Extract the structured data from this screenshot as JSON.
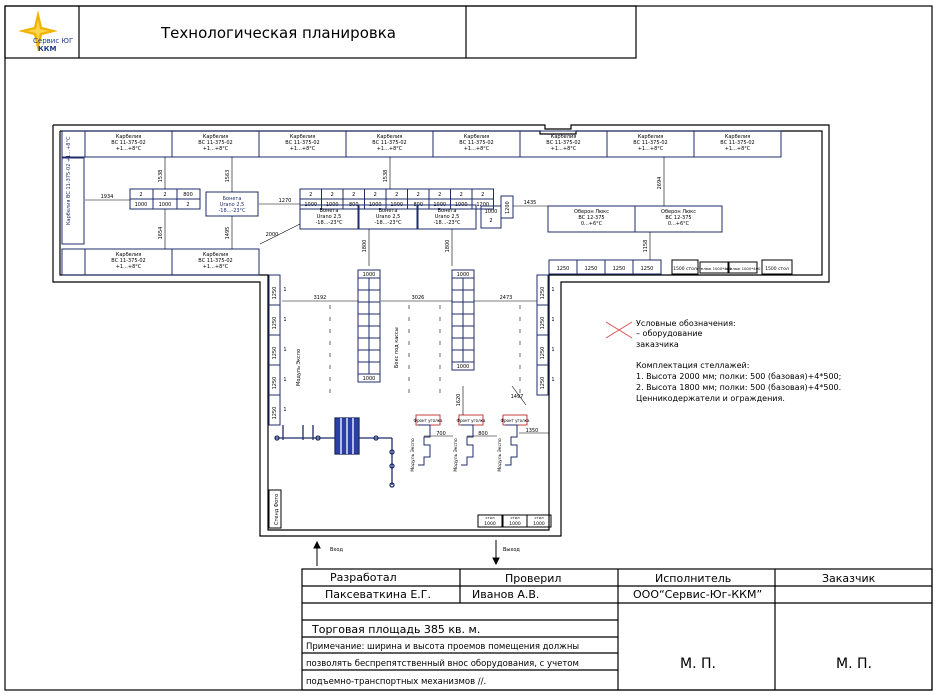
{
  "header": {
    "logo_text_1": "Сервис ЮГ",
    "logo_text_2": "ККМ",
    "title": "Технологическая планировка"
  },
  "plan": {
    "freezers_top": [
      {
        "name": "Карбелия",
        "model": "ВС 11-375-02",
        "temp": "+1...+8°С"
      },
      {
        "name": "Карбелия",
        "model": "ВС 11-375-02",
        "temp": "+1...+8°С"
      },
      {
        "name": "Карбелия",
        "model": "ВС 11-375-02",
        "temp": "+1...+8°С"
      },
      {
        "name": "Карбелия",
        "model": "ВС 11-375-02",
        "temp": "+1...+8°С"
      },
      {
        "name": "Карбелия",
        "model": "ВС 11-375-02",
        "temp": "+1...+8°С"
      },
      {
        "name": "Карбелия",
        "model": "ВС 11-375-02",
        "temp": "+1...+8°С"
      },
      {
        "name": "Карбелия",
        "model": "ВС 11-375-02",
        "temp": "+1...+8°С"
      },
      {
        "name": "Карбелия",
        "model": "ВС 11-375-02",
        "temp": "+1...+8°С"
      }
    ],
    "freezers_bottom": [
      {
        "name": "Карбелия",
        "model": "ВС 11-375-02",
        "temp": "+1...+8°С"
      },
      {
        "name": "Карбелия",
        "model": "ВС 11-375-02",
        "temp": "+1...+8°С"
      }
    ],
    "freezer_left": "Карбелия ВС 11-375-02 +1...+8°С",
    "bonet_single": {
      "name": "Бонета",
      "model": "Urano 2,5",
      "temp": "-18...-23°С"
    },
    "bonets": [
      {
        "name": "Бонета",
        "model": "Urano 2,5",
        "temp": "-18...-23°С"
      },
      {
        "name": "Бонета",
        "model": "Urano 2,5",
        "temp": "-18...-23°С"
      },
      {
        "name": "Бонета",
        "model": "Urano 2,5",
        "temp": "-18...-23°С"
      }
    ],
    "oberons": [
      {
        "name": "Оберон Люкс",
        "model": "ВС 12-375",
        "temp": "0...+6°С"
      },
      {
        "name": "Оберон Люкс",
        "model": "ВС 12-375",
        "temp": "0...+6°С"
      }
    ],
    "dims": [
      "1934",
      "1538",
      "1563",
      "1270",
      "1538",
      "2694",
      "1435",
      "1654",
      "1495",
      "2000",
      "1800",
      "1800",
      "3192",
      "3026",
      "2473",
      "1158",
      "1620",
      "1497",
      "700",
      "800",
      "1350"
    ],
    "shelf_top_labels": [
      "2",
      "1000",
      "1000",
      "2",
      "1000",
      "1000",
      "2",
      "800",
      "800",
      "2",
      "1000",
      "1000",
      "2",
      "1000",
      "1000",
      "2",
      "800",
      "800",
      "2",
      "1000",
      "1000",
      "2",
      "1000",
      "1000",
      "2",
      "1200"
    ],
    "shelf_side": "1250",
    "shelf_side_small": "1",
    "shelves_bottom_right": [
      "1250",
      "1250",
      "1250",
      "1250"
    ],
    "stol_1": "1500 стол",
    "stol_labels": [
      "стелаж 1000*400",
      "стелаж 1000*400"
    ],
    "stol_2": "1500 стол",
    "module_labels": [
      "Модуль Экспо",
      "Модуль Экспо",
      "Модуль Экспо"
    ],
    "module_tags": [
      "Фронт уголка",
      "Фронт уголка",
      "Фронт уголка"
    ],
    "modul_left_vertical": "Модуль Экспо",
    "kolonny": "Стенд Фото",
    "bottom_boxes": [
      "1000",
      "1000",
      "1000"
    ],
    "bottom_boxes_top": [
      "стол",
      "стол",
      "стол"
    ],
    "entrance_in": "Вход",
    "entrance_out": "Выход",
    "mid_label": "Бокс под кассы"
  },
  "notes": {
    "legend_title": "Условные обозначения:",
    "legend_line1": "– оборудование",
    "legend_line2": "заказчика",
    "kompl_title": "Комплектация стеллажей:",
    "kompl_1": "1. Высота 2000 мм; полки: 500 (базовая)+4*500;",
    "kompl_2": "2. Высота 1800 мм; полки: 500 (базовая)+4*500.",
    "kompl_3": "Ценникодержатели и ограждения."
  },
  "titleblock": {
    "developed_label": "Разработал",
    "developed_name": "Паксеваткина Е.Г.",
    "checked_label": "Проверил",
    "checked_name": "Иванов А.В.",
    "executor_label": "Исполнитель",
    "executor_name": "ООО“Сервис-Юг-ККМ”",
    "customer_label": "Заказчик",
    "area": "Торговая площадь 385 кв. м.",
    "note_1": "Примечание: ширина и высота проемов помещения должны",
    "note_2": "позволять беспрепятственный внос оборудования, с учетом",
    "note_3": "подъемно-транспортных механизмов //.",
    "stamp_1": "М. П.",
    "stamp_2": "М. П."
  },
  "colors": {
    "line": "#000000",
    "equipment": "#1f2d6b",
    "legend_x": "#e05050",
    "logo": "#f0b400"
  }
}
